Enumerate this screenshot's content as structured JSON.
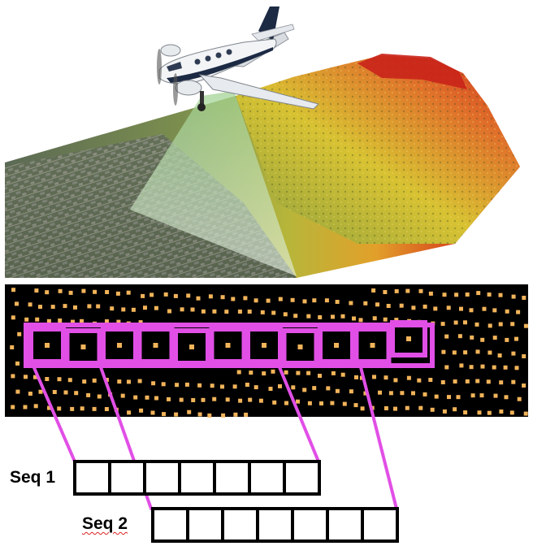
{
  "labels": {
    "seq1": "Seq 1",
    "seq2": "Seq 2"
  },
  "sequences": {
    "seq1_cells": 7,
    "seq2_cells": 7
  },
  "highlight_windows": 11,
  "colors": {
    "highlight": "#e14fe6",
    "point": "#f2b45a",
    "background_points": "#000000",
    "terrain_high": "#d6281c",
    "terrain_mid": "#e5b72a",
    "terrain_low": "#6f9b3c",
    "laser_beam": "#cfe8c8"
  },
  "icons": [
    "airplane-icon"
  ]
}
